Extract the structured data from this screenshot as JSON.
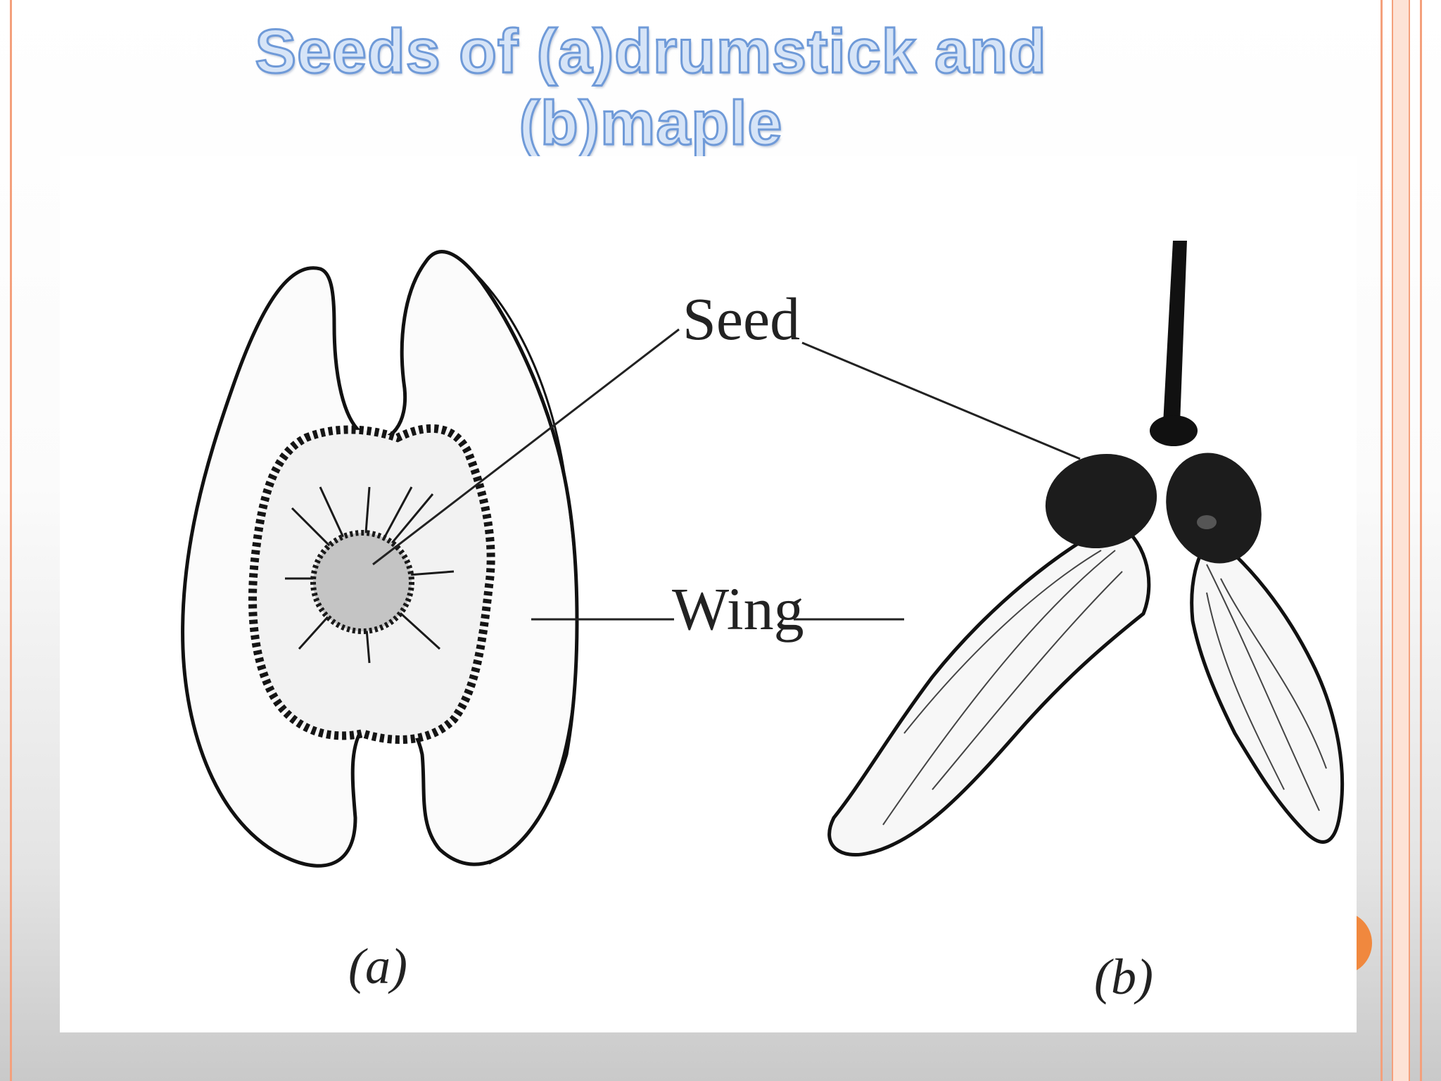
{
  "title": "Seeds of (a)drumstick and (b)maple",
  "labels": {
    "seed": "Seed",
    "wing": "Wing",
    "panel_a": "(a)",
    "panel_b": "(b)"
  },
  "colors": {
    "title_fill": "#d6e4f7",
    "title_outline": "#6f9ad8",
    "frame_border": "#f4a07c",
    "accent_dot": "#f0883e"
  }
}
